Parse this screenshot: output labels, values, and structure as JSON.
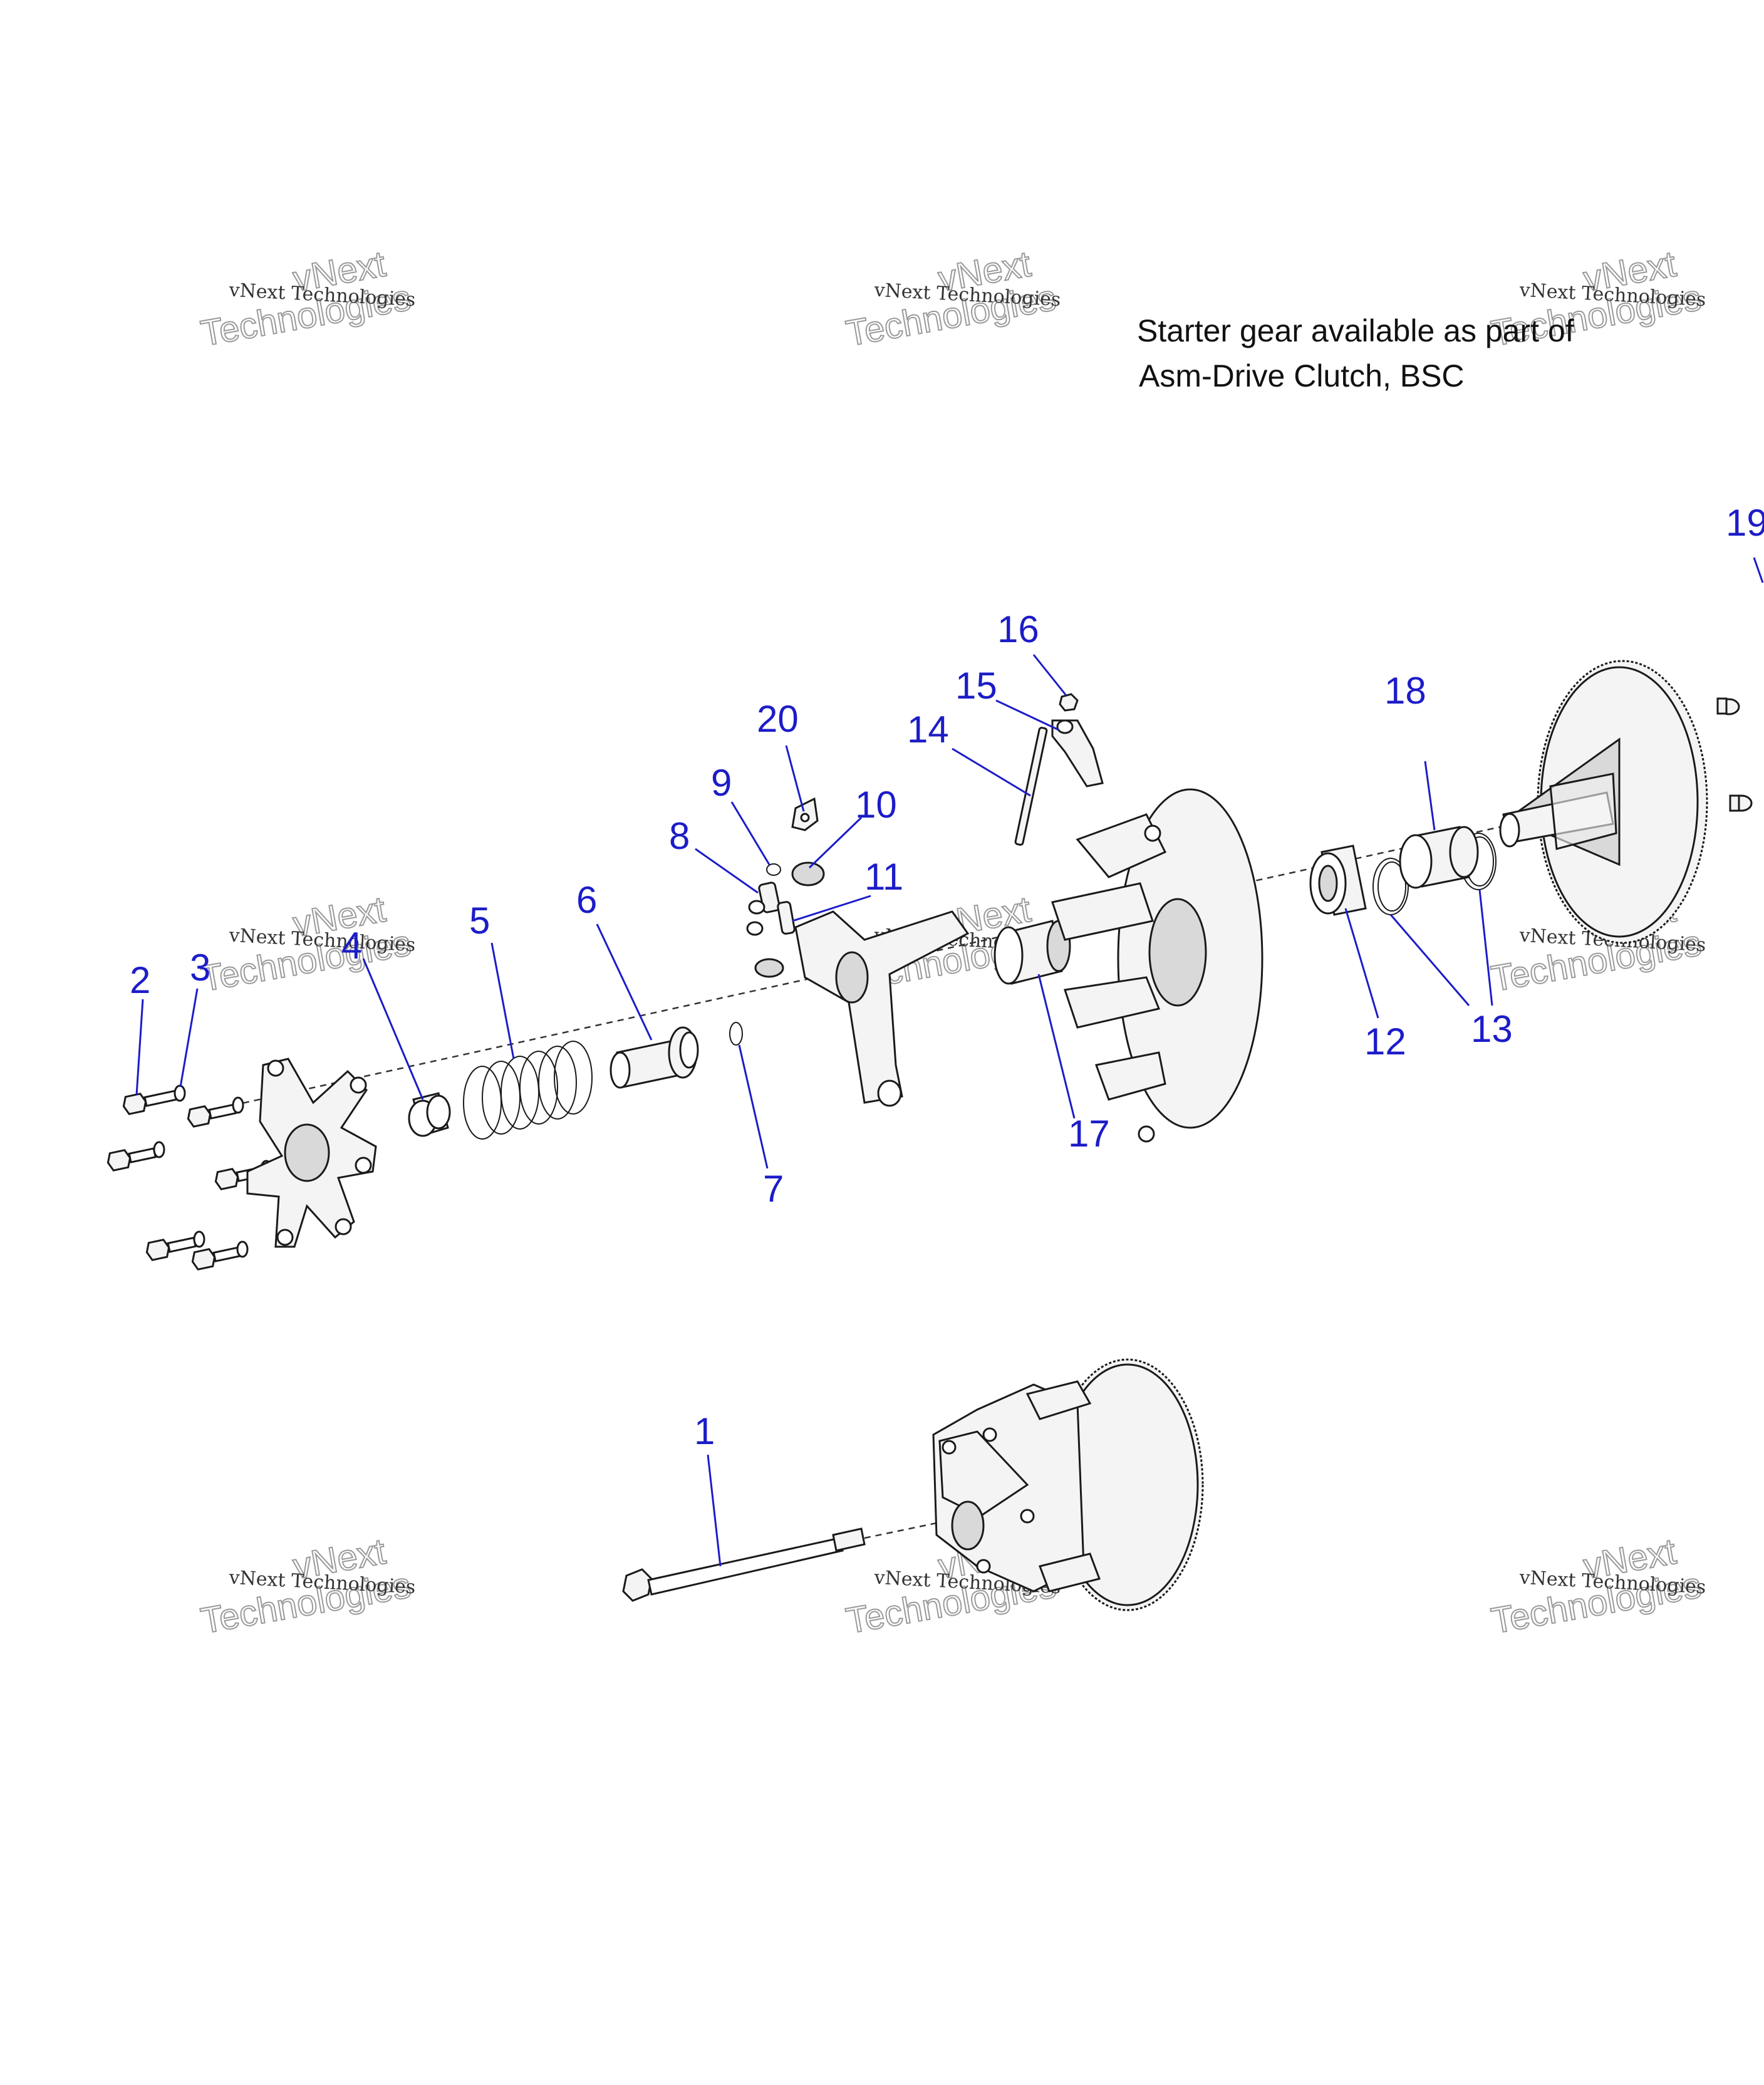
{
  "note": {
    "line1": "Starter gear available as part of",
    "line2": "Asm-Drive Clutch, BSC"
  },
  "watermark": {
    "line1": "vNext Technologies",
    "line2": "vNext",
    "line3": "Technologies"
  },
  "callouts": [
    "1",
    "2",
    "3",
    "4",
    "5",
    "6",
    "7",
    "8",
    "9",
    "10",
    "11",
    "12",
    "13",
    "14",
    "15",
    "16",
    "17",
    "18",
    "19",
    "20"
  ],
  "colors": {
    "callout": "#1c1cc8",
    "ink": "#1a1a1a"
  }
}
